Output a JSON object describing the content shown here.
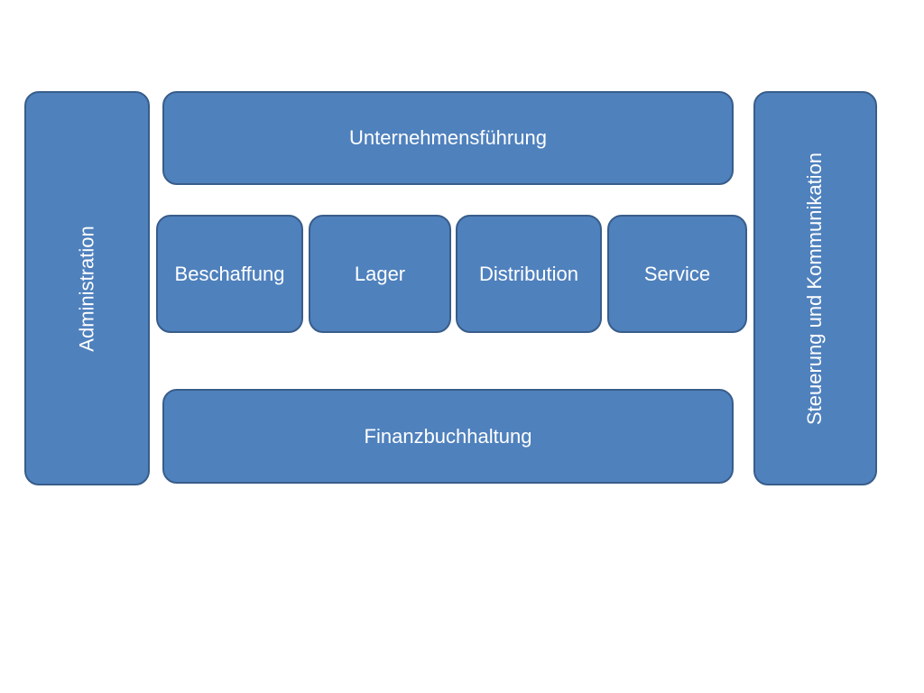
{
  "diagram": {
    "side_left": "Administration",
    "side_right": "Steuerung und Kommunikation",
    "top": "Unternehmensführung",
    "modules": [
      "Beschaffung",
      "Lager",
      "Distribution",
      "Service"
    ],
    "bottom": "Finanzbuchhaltung",
    "colors": {
      "box_fill": "#4f81bd",
      "box_border": "#385d8a",
      "text": "#ffffff",
      "background": "#ffffff"
    }
  }
}
